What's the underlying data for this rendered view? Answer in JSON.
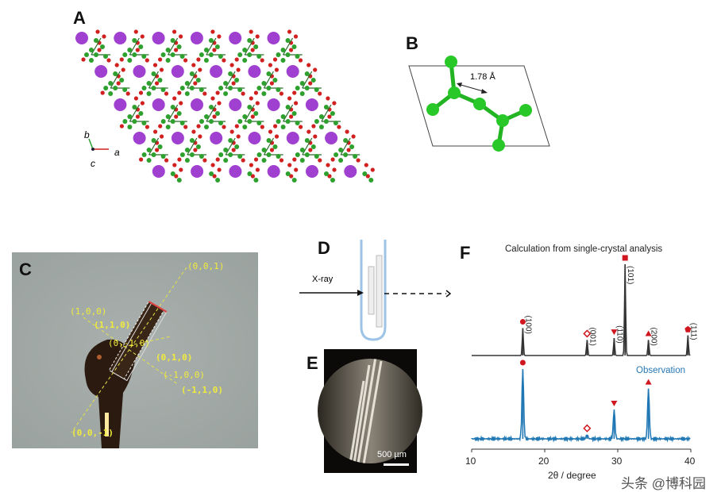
{
  "panels": {
    "A": {
      "label": "A",
      "axes": {
        "a": "a",
        "b": "b",
        "c": "c"
      }
    },
    "B": {
      "label": "B",
      "bond_length": "1.78 Å"
    },
    "C": {
      "label": "C",
      "directions": [
        "(0,0,1)",
        "(1,0,0)",
        "(1,1,0)",
        "(0,-1,0)",
        "(0,1,0)",
        "(-1,0,0)",
        "(-1,1,0)",
        "(0,0,-1)"
      ]
    },
    "D": {
      "label": "D",
      "beam": "X-ray"
    },
    "E": {
      "label": "E",
      "scale_bar": "500 µm"
    },
    "F": {
      "label": "F"
    }
  },
  "colors": {
    "purple_atom": "#a040d0",
    "green_atom": "#2ea02e",
    "red_atom": "#d02020",
    "calc_line": "#333333",
    "obs_line": "#1f77b4",
    "marker": "#d0161e"
  },
  "watermark": "头条 @博科园",
  "chart_data": {
    "type": "line",
    "title": "Calculation from single-crystal analysis",
    "xlabel": "2θ / degree",
    "ylabel": "",
    "xlim": [
      10,
      40
    ],
    "xticks": [
      "10",
      "20",
      "30",
      "40"
    ],
    "xtick_values": [
      10,
      20,
      30,
      40
    ],
    "series": [
      {
        "name": "Calculation from single-crystal analysis",
        "peaks": [
          {
            "x": 17.0,
            "y": 30,
            "hkl": "(100)",
            "marker": "circle"
          },
          {
            "x": 25.8,
            "y": 17,
            "hkl": "(001)",
            "marker": "diamond-open"
          },
          {
            "x": 29.5,
            "y": 19,
            "hkl": "(110)",
            "marker": "triangle-down"
          },
          {
            "x": 31.0,
            "y": 100,
            "hkl": "(101)",
            "marker": "square"
          },
          {
            "x": 34.2,
            "y": 17,
            "hkl": "(200)",
            "marker": "triangle-up"
          },
          {
            "x": 39.6,
            "y": 22,
            "hkl": "(111)",
            "marker": "pentagon"
          }
        ]
      },
      {
        "name": "Observation",
        "peaks": [
          {
            "x": 17.0,
            "y": 100,
            "marker": "circle"
          },
          {
            "x": 25.8,
            "y": 6,
            "marker": "diamond-open"
          },
          {
            "x": 29.5,
            "y": 42,
            "marker": "triangle-down"
          },
          {
            "x": 34.2,
            "y": 72,
            "marker": "triangle-up"
          }
        ]
      }
    ]
  }
}
